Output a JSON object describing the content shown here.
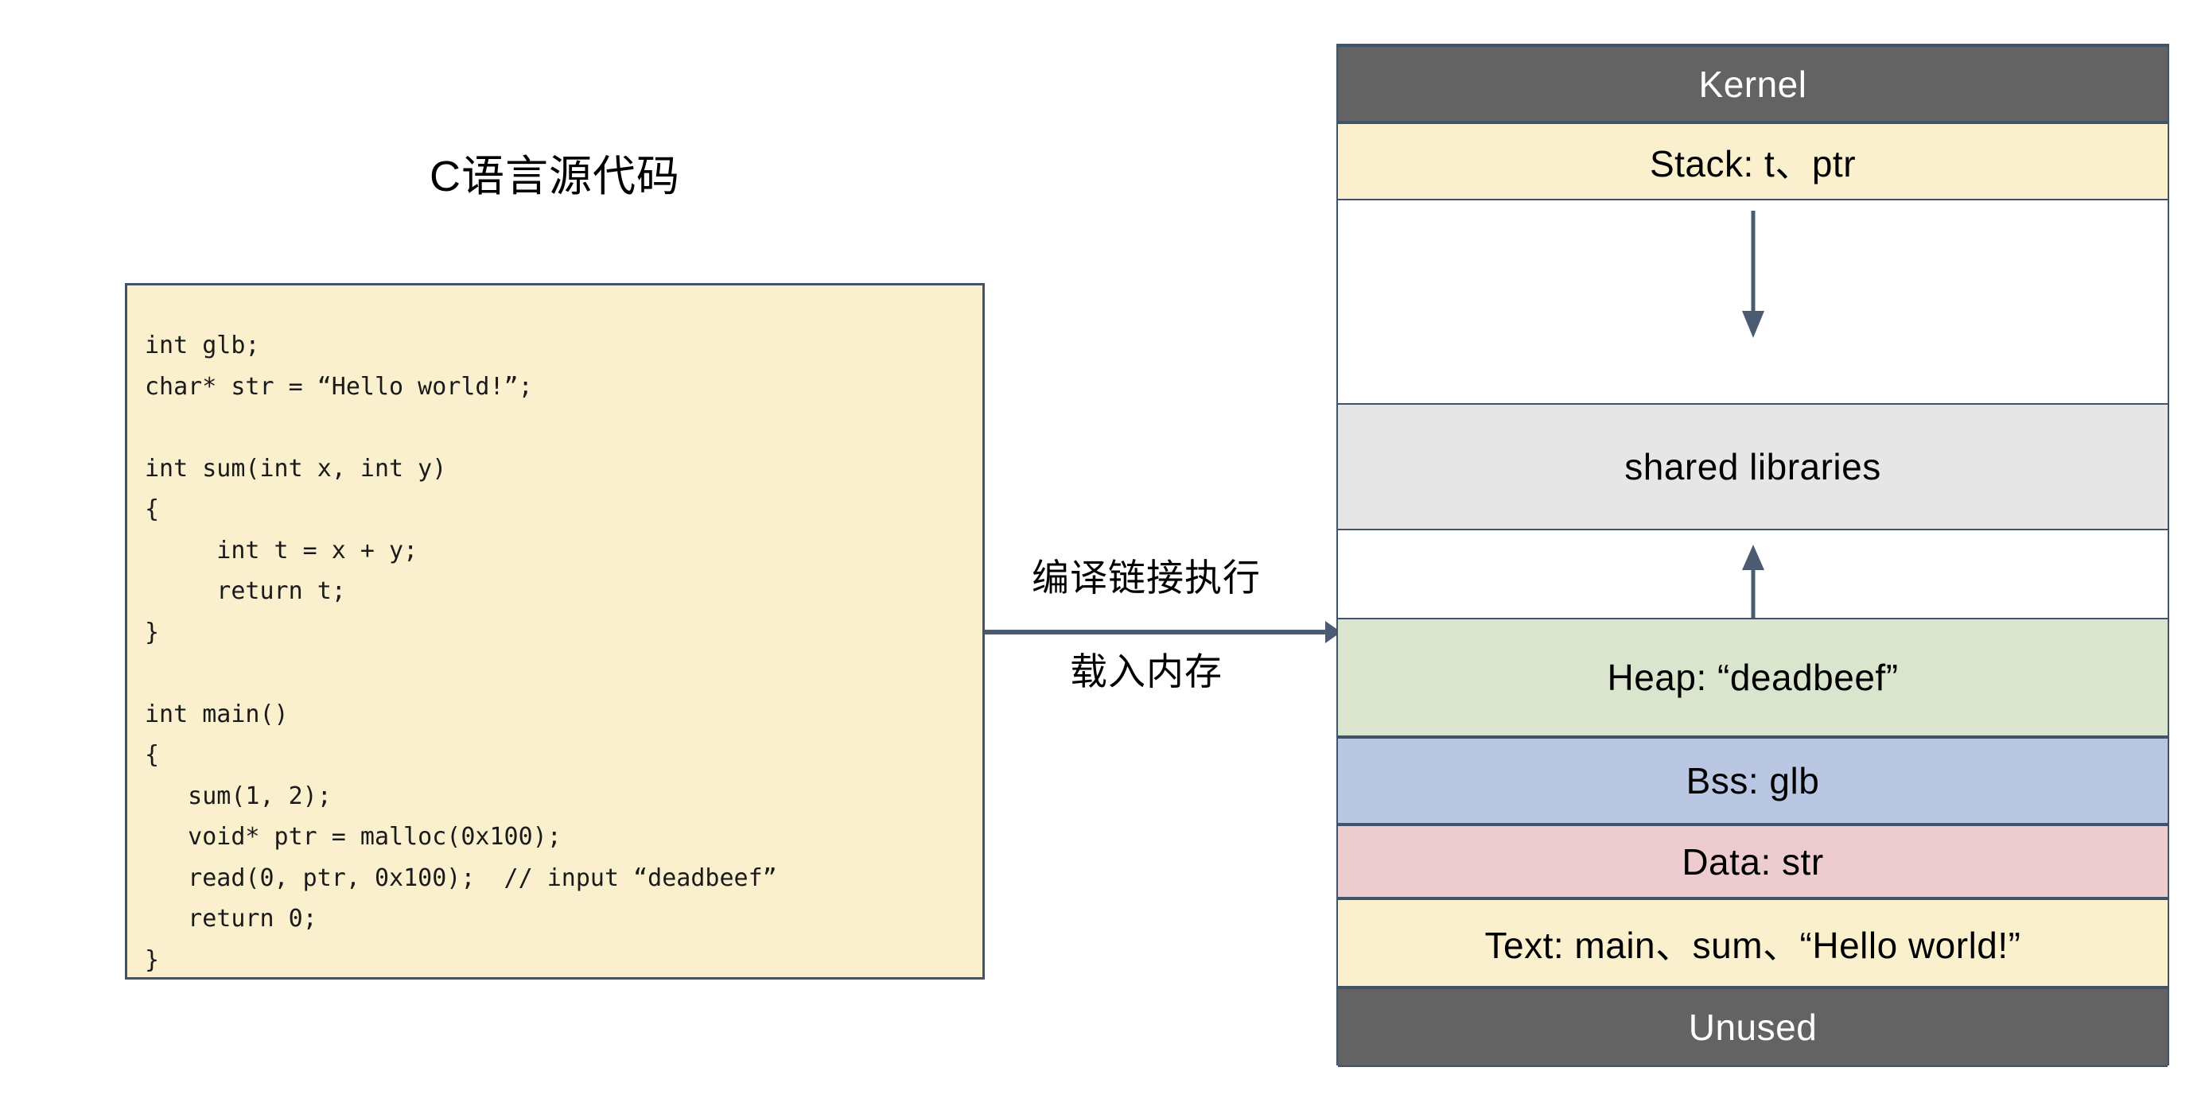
{
  "left": {
    "title": "C语言源代码",
    "code": "int glb;\nchar* str = “Hello world!”;\n\nint sum(int x, int y)\n{\n     int t = x + y;\n     return t;\n}\n\nint main()\n{\n   sum(1, 2);\n   void* ptr = malloc(0x100);\n   read(0, ptr, 0x100);  // input “deadbeef”\n   return 0;\n}"
  },
  "flow": {
    "label_top": "编译链接执行",
    "label_bottom": "载入内存",
    "arrow_color": "#4a5b72"
  },
  "memory": {
    "bands": [
      {
        "label": "Kernel",
        "color": "#636363",
        "text_color": "#ffffff"
      },
      {
        "label": "Stack: t、ptr",
        "color": "#fbf0cd",
        "text_color": "#000000"
      },
      {
        "label": "",
        "color": "#ffffff",
        "text_color": "#000000"
      },
      {
        "label": "shared libraries",
        "color": "#e6e6e6",
        "text_color": "#000000"
      },
      {
        "label": "",
        "color": "#ffffff",
        "text_color": "#000000"
      },
      {
        "label": "Heap: “deadbeef”",
        "color": "#d9e5cd",
        "text_color": "#000000"
      },
      {
        "label": "Bss: glb",
        "color": "#bac7e3",
        "text_color": "#000000"
      },
      {
        "label": "Data: str",
        "color": "#ecccce",
        "text_color": "#000000"
      },
      {
        "label": "Text: main、sum、“Hello world!”",
        "color": "#fbf0cd",
        "text_color": "#000000"
      },
      {
        "label": "Unused",
        "color": "#636363",
        "text_color": "#ffffff"
      }
    ],
    "stack_growth_arrow": "down",
    "heap_growth_arrow": "up",
    "border_color": "#41526b"
  }
}
